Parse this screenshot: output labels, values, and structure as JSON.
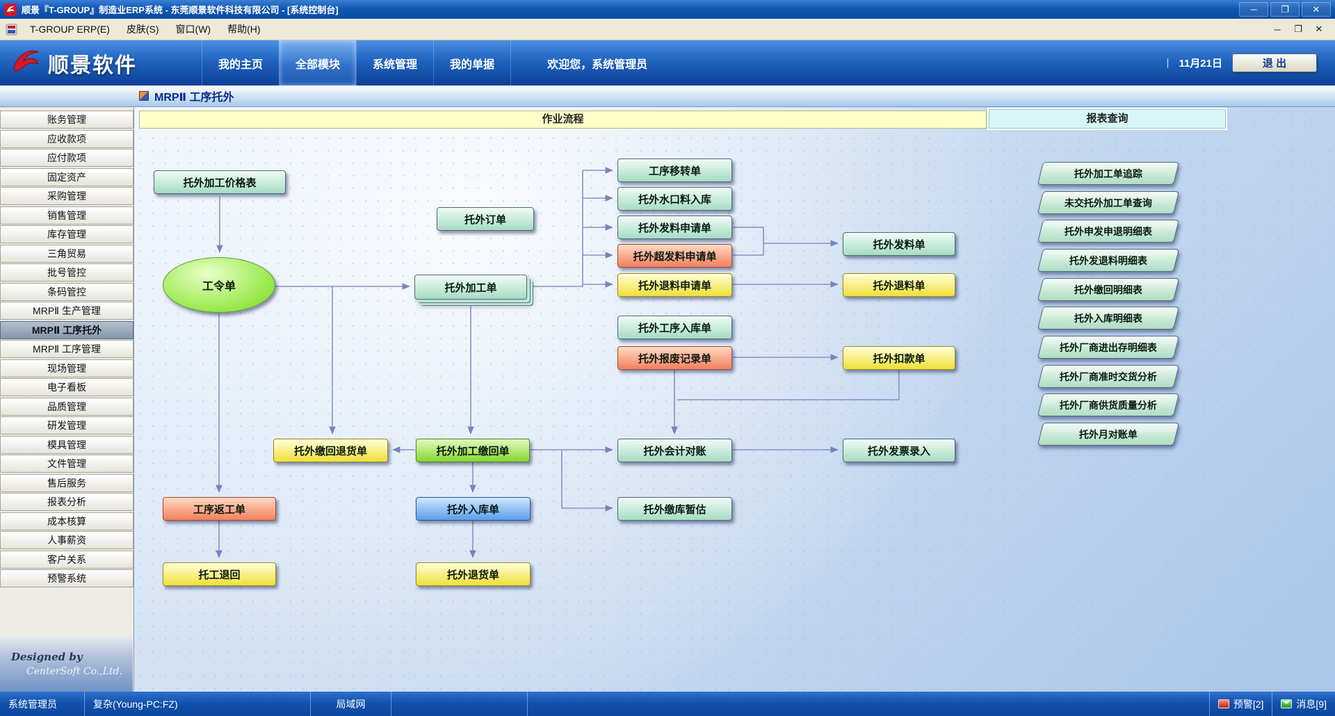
{
  "window": {
    "title": "顺景『T-GROUP』制造业ERP系统 - 东莞顺景软件科技有限公司 - [系统控制台]",
    "minimize": "─",
    "maximize": "❐",
    "close": "✕"
  },
  "menubar": {
    "items": [
      "T-GROUP ERP(E)",
      "皮肤(S)",
      "窗口(W)",
      "帮助(H)"
    ],
    "minimize": "─",
    "restore": "❐",
    "close": "✕"
  },
  "header": {
    "logo_text": "顺景软件",
    "tabs": [
      "我的主页",
      "全部模块",
      "系统管理",
      "我的单据"
    ],
    "welcome": "欢迎您，系统管理员",
    "date_separator": "|",
    "date": "11月21日",
    "exit_label": "退 出"
  },
  "subheader": {
    "title": "MRPⅡ 工序托外"
  },
  "sidebar": {
    "items": [
      "账务管理",
      "应收款项",
      "应付款项",
      "固定资产",
      "采购管理",
      "销售管理",
      "库存管理",
      "三角贸易",
      "批号管控",
      "条码管控",
      "MRPⅡ 生产管理",
      "MRPⅡ 工序托外",
      "MRPⅡ 工序管理",
      "现场管理",
      "电子看板",
      "品质管理",
      "研发管理",
      "模具管理",
      "文件管理",
      "售后服务",
      "报表分析",
      "成本核算",
      "人事薪资",
      "客户关系",
      "预警系统"
    ],
    "active_item": "MRPⅡ 工序托外",
    "designed_by": "Designed by",
    "company": "CenterSoft Co.,Ltd."
  },
  "flow": {
    "section_left": "作业流程",
    "section_right": "报表查询",
    "accent_colors": {
      "teal": "#a6dcc3",
      "red": "#f2805e",
      "yellow": "#f0e03a",
      "green": "#84d830",
      "blue": "#5a9ee8"
    },
    "nodes": [
      {
        "id": "price-list",
        "label": "托外加工价格表",
        "color": "teal"
      },
      {
        "id": "outsource-order",
        "label": "托外订单",
        "color": "teal"
      },
      {
        "id": "work-order",
        "label": "工令单",
        "color": "green-ellipse"
      },
      {
        "id": "process-order",
        "label": "托外加工单",
        "color": "teal"
      },
      {
        "id": "transfer-note",
        "label": "工序移转单",
        "color": "teal"
      },
      {
        "id": "sprue-material-in",
        "label": "托外水口料入库",
        "color": "teal"
      },
      {
        "id": "issue-request",
        "label": "托外发料申请单",
        "color": "teal"
      },
      {
        "id": "over-issue-request",
        "label": "托外超发料申请单",
        "color": "red"
      },
      {
        "id": "return-request",
        "label": "托外退料申请单",
        "color": "yellow"
      },
      {
        "id": "process-warehouse-in",
        "label": "托外工序入库单",
        "color": "teal"
      },
      {
        "id": "scrap-record",
        "label": "托外报废记录单",
        "color": "red"
      },
      {
        "id": "material-issue",
        "label": "托外发料单",
        "color": "teal"
      },
      {
        "id": "material-return",
        "label": "托外退料单",
        "color": "yellow"
      },
      {
        "id": "deduction-note",
        "label": "托外扣款单",
        "color": "yellow"
      },
      {
        "id": "delivery-return-goods",
        "label": "托外缴回退货单",
        "color": "yellow"
      },
      {
        "id": "process-delivery",
        "label": "托外加工缴回单",
        "color": "green"
      },
      {
        "id": "accounting-reconcile",
        "label": "托外会计对账",
        "color": "teal"
      },
      {
        "id": "invoice-entry",
        "label": "托外发票录入",
        "color": "teal"
      },
      {
        "id": "process-rework",
        "label": "工序返工单",
        "color": "red"
      },
      {
        "id": "warehouse-in",
        "label": "托外入库单",
        "color": "blue"
      },
      {
        "id": "storage-estimate",
        "label": "托外缴库暂估",
        "color": "teal"
      },
      {
        "id": "consign-return",
        "label": "托工退回",
        "color": "yellow"
      },
      {
        "id": "return-goods",
        "label": "托外退货单",
        "color": "yellow"
      }
    ],
    "reports": [
      "托外加工单追踪",
      "未交托外加工单查询",
      "托外申发申退明细表",
      "托外发退料明细表",
      "托外缴回明细表",
      "托外入库明细表",
      "托外厂商进出存明细表",
      "托外厂商准时交货分析",
      "托外厂商供货质量分析",
      "托外月对账单"
    ]
  },
  "statusbar": {
    "user": "系统管理员",
    "workstation": "复杂(Young-PC:FZ)",
    "network": "局域网",
    "alert": "预警[2]",
    "message": "消息[9]"
  }
}
